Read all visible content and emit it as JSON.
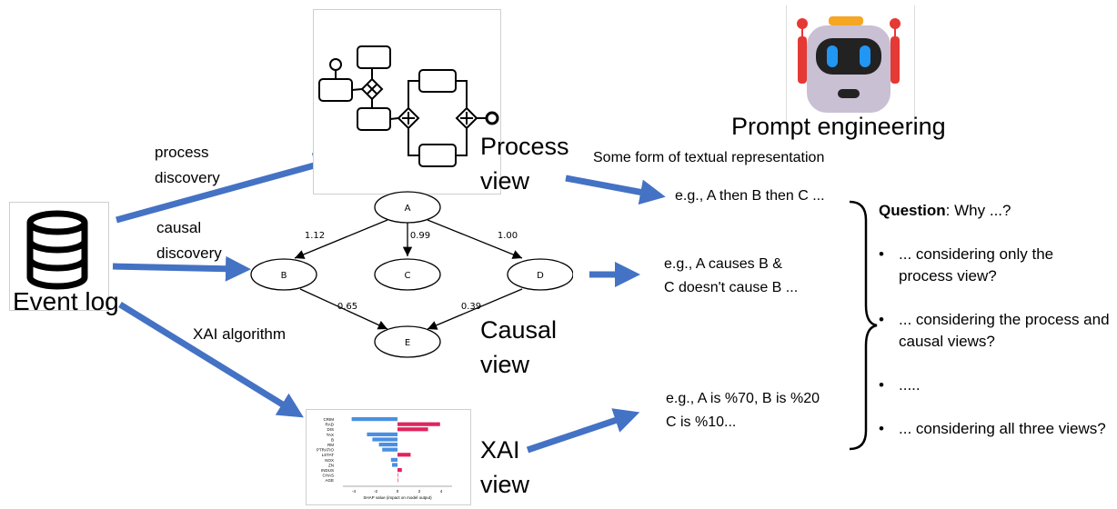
{
  "labels": {
    "process_discovery": "process\ndiscovery",
    "causal_discovery": "causal\ndiscovery",
    "xai_algorithm": "XAI algorithm",
    "event_log": "Event log",
    "process_view": "Process\nview",
    "causal_view": "Causal\nview",
    "xai_view": "XAI\nview",
    "prompt_engineering": "Prompt engineering",
    "textual_representation": "Some form of textual representation"
  },
  "examples": {
    "process": "e.g., A then B then C ...",
    "causal": "e.g., A causes B &\nC doesn't cause B ...",
    "xai": "e.g., A is %70, B is %20\nC is %10..."
  },
  "question": {
    "title": "Question",
    "text": ": Why ...?",
    "items": [
      "... considering only the\nprocess view?",
      "... considering the process and\ncausal views?",
      ".....",
      "... considering all three views?"
    ]
  },
  "causal_graph": {
    "nodes": [
      "A",
      "B",
      "C",
      "D",
      "E"
    ],
    "edges": [
      {
        "from": "A",
        "to": "B",
        "weight": "1.12"
      },
      {
        "from": "A",
        "to": "C",
        "weight": "0.99"
      },
      {
        "from": "A",
        "to": "D",
        "weight": "1.00"
      },
      {
        "from": "B",
        "to": "E",
        "weight": "0.65"
      },
      {
        "from": "D",
        "to": "E",
        "weight": "0.39"
      }
    ]
  },
  "shap_chart": {
    "features": [
      "CRIM",
      "RAD",
      "DIS",
      "TAX",
      "B",
      "RM",
      "PTRATIO",
      "LSTAT",
      "NOX",
      "ZN",
      "INDUS",
      "CHAS",
      "AGE"
    ],
    "values": [
      -4.2,
      3.9,
      2.8,
      -2.8,
      -2.3,
      -1.7,
      -1.4,
      1.2,
      -0.6,
      -0.5,
      0.4,
      0.05,
      0.02
    ],
    "xlabel": "SHAP value (impact on model output)",
    "ticks": [
      "-4",
      "-2",
      "0",
      "2",
      "4"
    ],
    "colors": {
      "negative": "#4a90e2",
      "positive": "#e0245e"
    }
  },
  "colors": {
    "arrow": "#4472c4",
    "robot_body": "#c9c0d3",
    "robot_ear": "#e53935",
    "robot_eye": "#2196f3"
  }
}
